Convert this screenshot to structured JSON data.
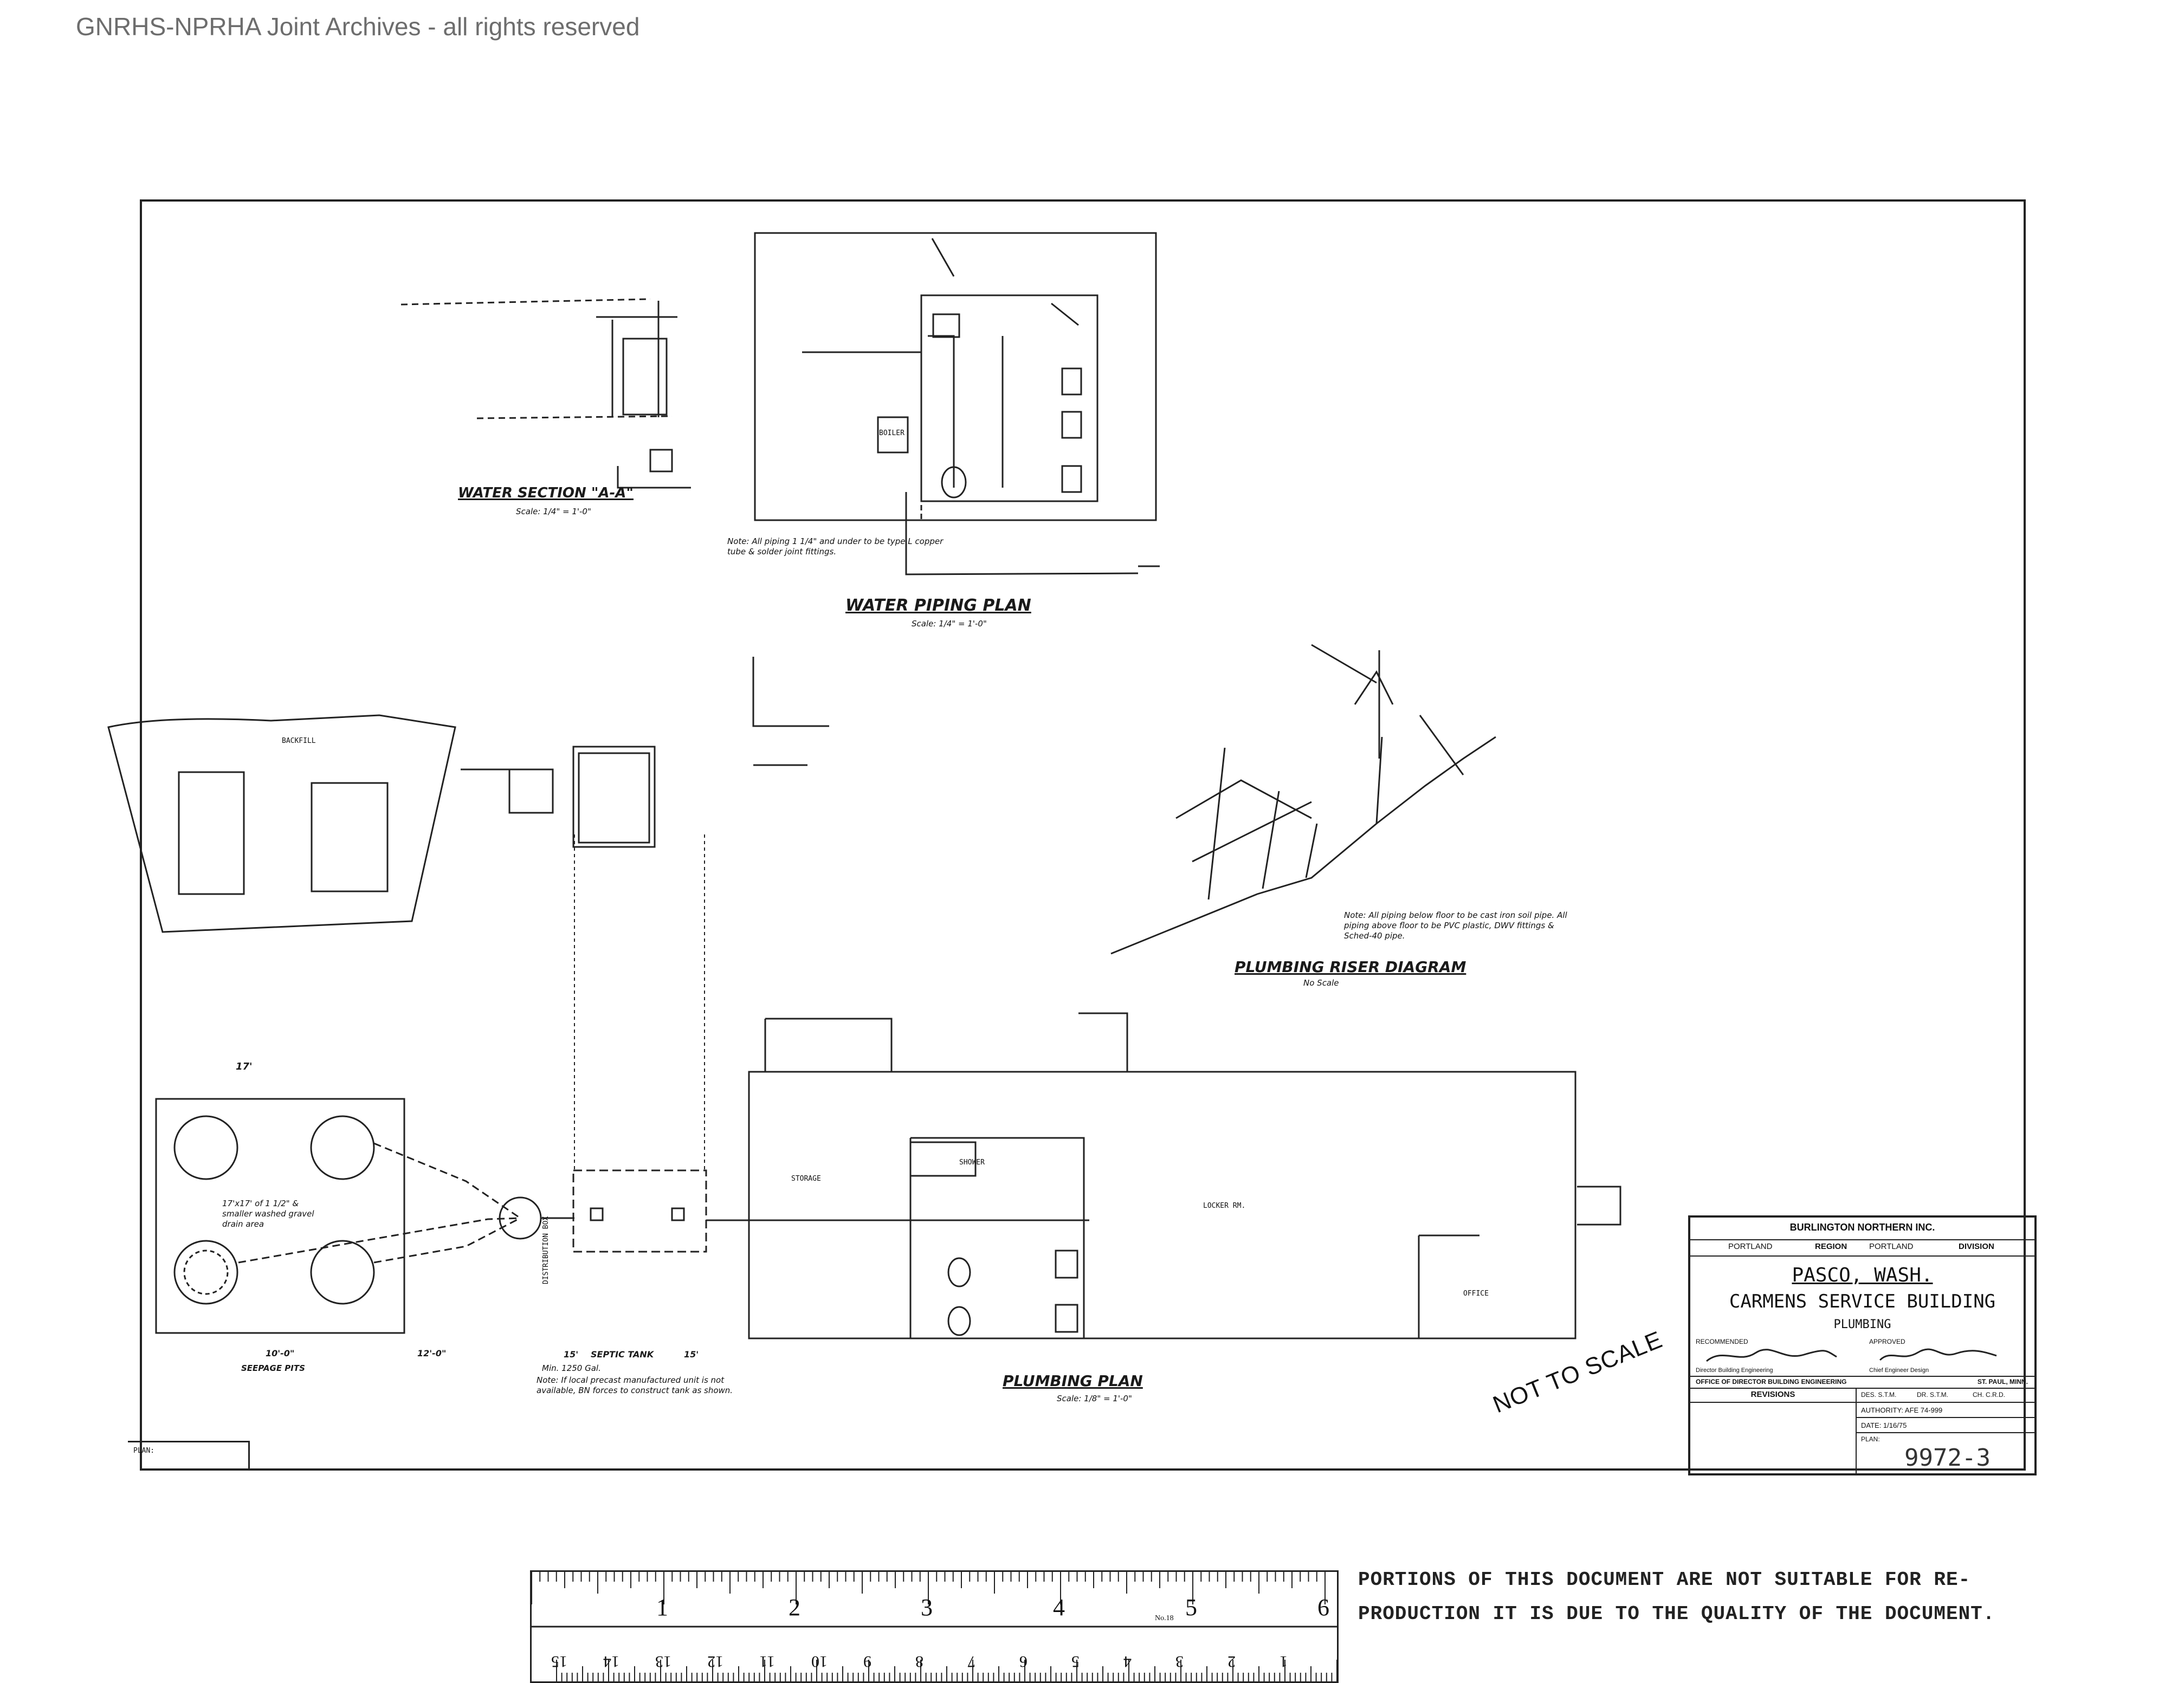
{
  "header": {
    "watermark": "GNRHS-NPRHA Joint Archives - all rights reserved"
  },
  "drawings": {
    "water_section": {
      "title": "WATER SECTION \"A-A\"",
      "scale": "Scale: 1/4\" = 1'-0\""
    },
    "water_piping": {
      "title": "WATER PIPING PLAN",
      "scale": "Scale: 1/4\" = 1'-0\"",
      "note": "Note: All piping 1 1/4\" and under to be type L copper tube & solder joint fittings."
    },
    "riser": {
      "title": "PLUMBING RISER DIAGRAM",
      "scale": "No Scale",
      "note": "Note: All piping below floor to be cast iron soil pipe. All piping above floor to be PVC plastic, DWV fittings & Sched-40 pipe."
    },
    "plumbing_plan": {
      "title": "PLUMBING PLAN",
      "scale": "Scale: 1/8\" = 1'-0\""
    },
    "septic": {
      "caption": "SEPTIC TANK",
      "capacity": "Min. 1250 Gal.",
      "note": "Note: If local precast manufactured unit is not available, BN forces to construct tank as shown."
    },
    "seepage": "SEEPAGE PITS",
    "dims": {
      "width17": "17'",
      "w10": "10'-0\"",
      "w12": "12'-0\"",
      "w15a": "15'",
      "w15b": "15'"
    },
    "rooms": {
      "locker": "LOCKER RM.",
      "office": "OFFICE",
      "shower": "SHOWER",
      "storage": "STORAGE"
    },
    "labels": {
      "boiler": "BOILER",
      "backfill": "BACKFILL",
      "distribution_box": "DISTRIBUTION BOX",
      "drain_area": "17'x17' of 1 1/2\" & smaller washed gravel drain area"
    }
  },
  "stamp": {
    "not_to_scale": "NOT TO SCALE"
  },
  "title_block": {
    "company": "BURLINGTON NORTHERN INC.",
    "region_value": "PORTLAND",
    "region_label": "REGION",
    "division_value": "PORTLAND",
    "division_label": "DIVISION",
    "project": "PASCO, WASH.",
    "building": "CARMENS SERVICE BUILDING",
    "sheet_title": "PLUMBING",
    "recommended": "RECOMMENDED",
    "approved": "APPROVED",
    "rec_role": "Director Building Engineering",
    "app_role": "Chief Engineer Design",
    "office": "OFFICE OF DIRECTOR BUILDING ENGINEERING",
    "city": "ST. PAUL, MINN.",
    "revisions": "REVISIONS",
    "des": "DES. S.T.M.",
    "dr": "DR. S.T.M.",
    "ch": "CH. C.R.D.",
    "authority": "AUTHORITY: AFE 74-999",
    "date": "DATE: 1/16/75",
    "plan_label": "PLAN:",
    "drawing_no": "9972-3"
  },
  "plan_corner": "PLAN:",
  "ruler": {
    "inches": [
      "1",
      "2",
      "3",
      "4",
      "5",
      "6"
    ],
    "cm": [
      "1",
      "2",
      "3",
      "4",
      "5",
      "6",
      "7",
      "8",
      "9",
      "10",
      "11",
      "12",
      "13",
      "14",
      "15"
    ],
    "brand": "No.18"
  },
  "warning": {
    "line1": "PORTIONS OF THIS DOCUMENT ARE NOT SUITABLE FOR RE-",
    "line2": "PRODUCTION IT IS DUE TO THE QUALITY OF THE DOCUMENT."
  }
}
